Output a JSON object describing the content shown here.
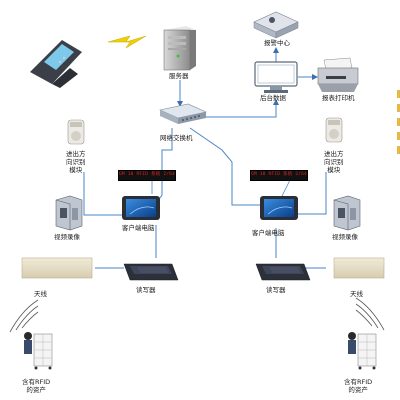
{
  "labels": {
    "server": "服务器",
    "alarm_center": "报警中心",
    "background_data": "后台数据",
    "report_printer": "报表打印机",
    "network_switch": "网络交换机",
    "direction_module_left": [
      "进出方",
      "向识别",
      "模块"
    ],
    "direction_module_right": [
      "进出方",
      "向识别",
      "模块"
    ],
    "video_left": "视频录像",
    "video_right": "视频录像",
    "client_left": "客户端电脑",
    "client_right": "客户端电脑",
    "reader_left": "读写器",
    "reader_right": "读写器",
    "antenna_left": "天线",
    "antenna_right": "天线",
    "asset_left": [
      "含有RFID",
      "的资产"
    ],
    "asset_right": [
      "含有RFID",
      "的资产"
    ]
  },
  "led_left": "GM 10 RFID 系统 2/64",
  "led_right": "GM 10 RFID 系统 2/64",
  "colors": {
    "line": "#4a86c8",
    "arrow": "#3a6fb0",
    "lightning": "#f0d000",
    "led_text": "#e02020",
    "edge_accent": "#e6b84a"
  }
}
